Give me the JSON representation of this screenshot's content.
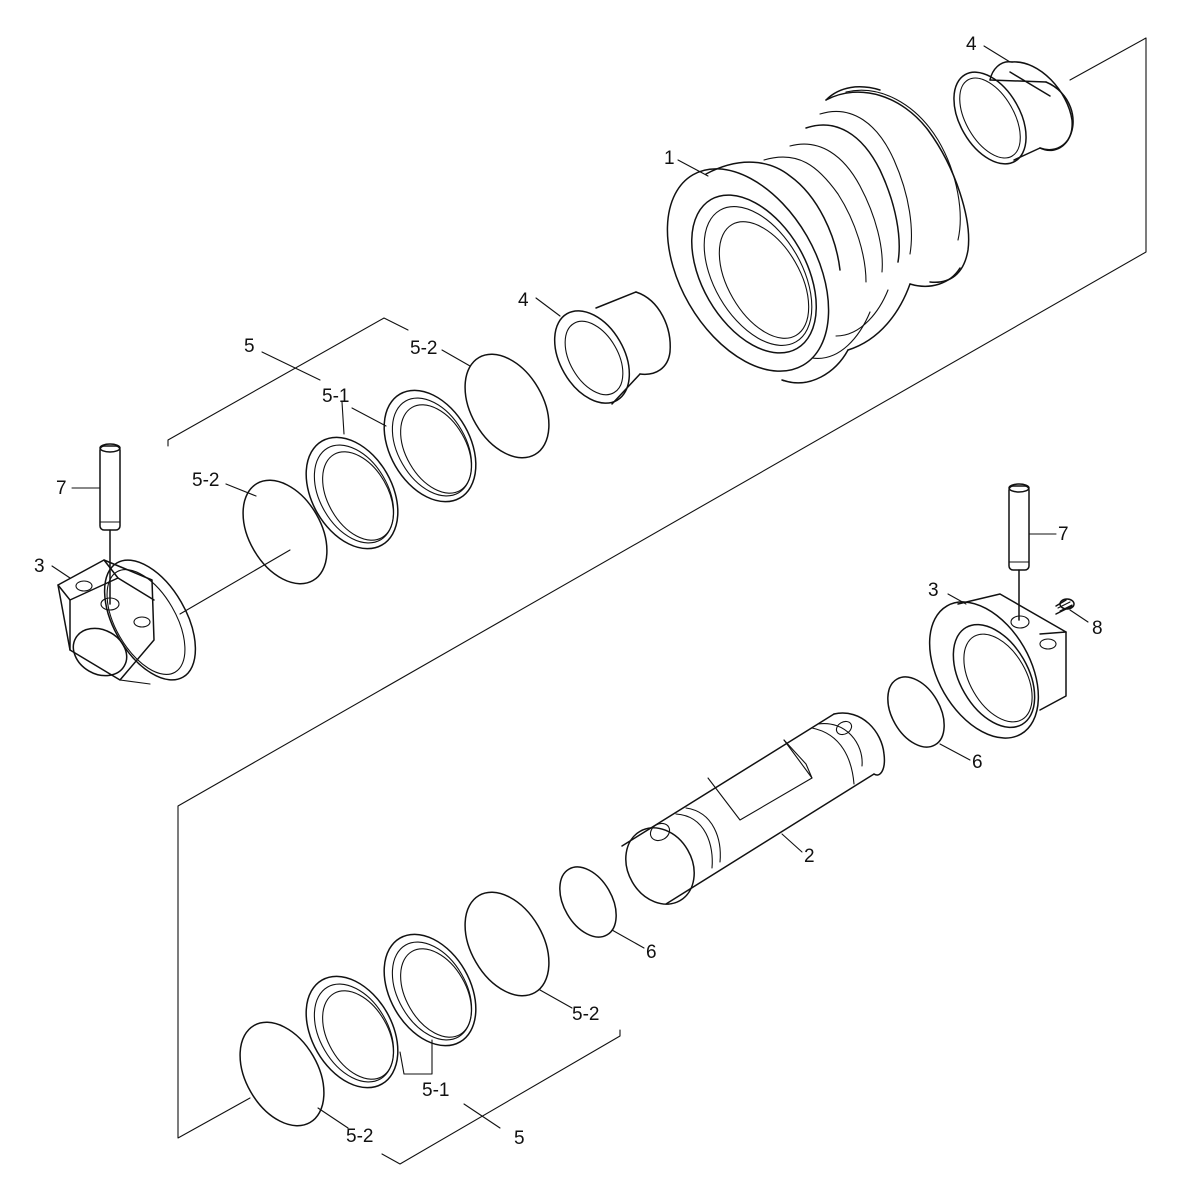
{
  "diagram": {
    "labels": {
      "part_1": "1",
      "part_2": "2",
      "part_3_left": "3",
      "part_3_right": "3",
      "part_4_top": "4",
      "part_4_mid": "4",
      "part_5_top": "5",
      "part_5_bottom": "5",
      "part_5_1_top": "5-1",
      "part_5_1_bottom": "5-1",
      "part_5_2_top_a": "5-2",
      "part_5_2_top_b": "5-2",
      "part_5_2_bottom_a": "5-2",
      "part_5_2_bottom_b": "5-2",
      "part_6_right": "6",
      "part_6_mid": "6",
      "part_7_left": "7",
      "part_7_right": "7",
      "part_8": "8"
    }
  }
}
